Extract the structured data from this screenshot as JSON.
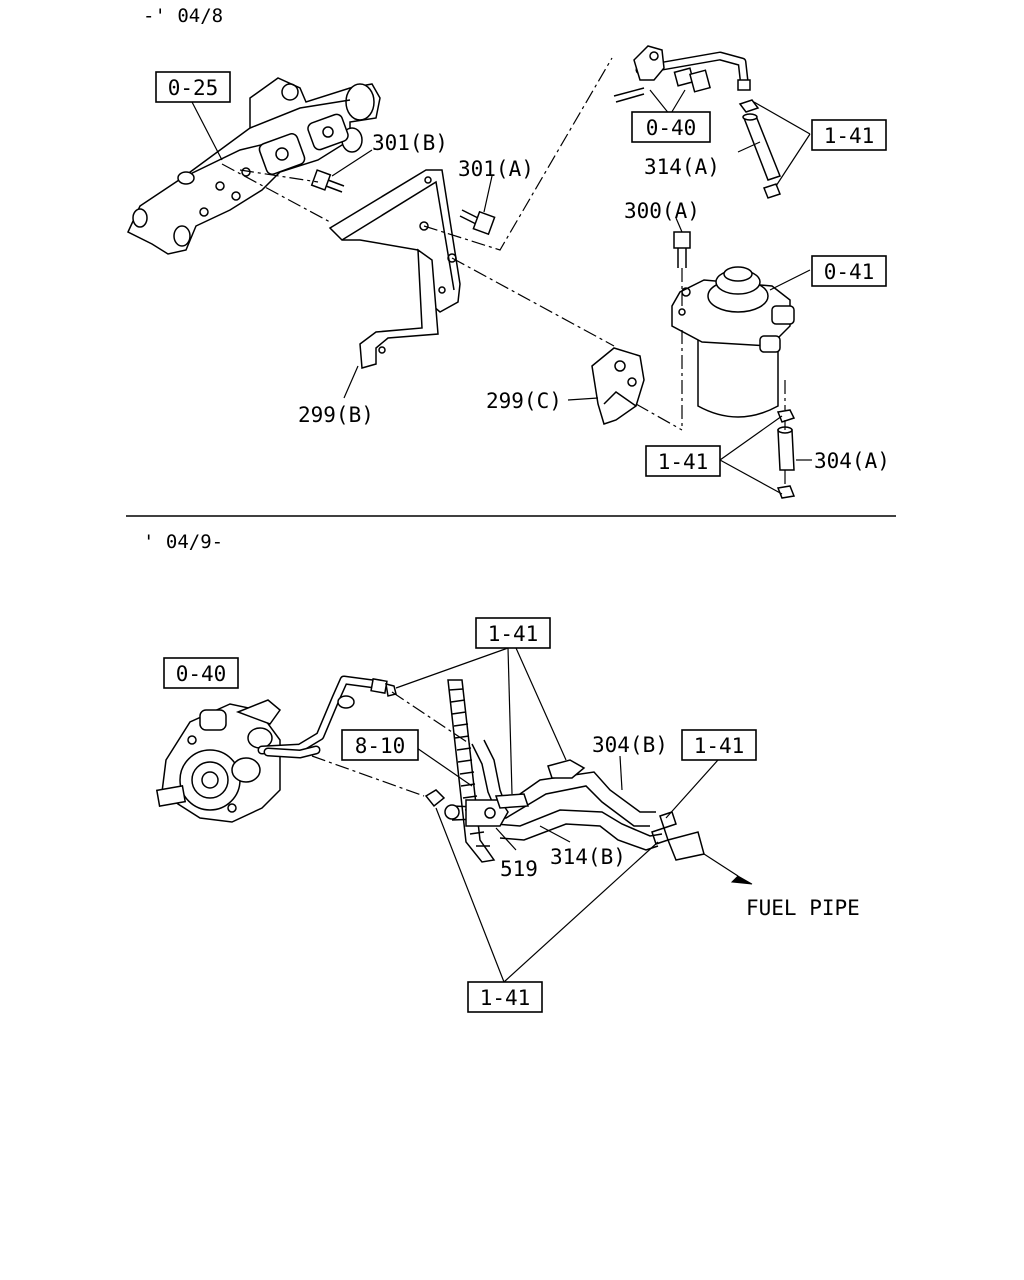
{
  "upper": {
    "header": "-' 04/8",
    "refs": {
      "r025": "0-25",
      "r040": "0-40",
      "r141a": "1-41",
      "r041": "0-41",
      "r141b": "1-41"
    },
    "parts": {
      "p301b": "301(B)",
      "p301a": "301(A)",
      "p314a": "314(A)",
      "p300a": "300(A)",
      "p299b": "299(B)",
      "p299c": "299(C)",
      "p304a": "304(A)"
    }
  },
  "lower": {
    "header": "' 04/9-",
    "refs": {
      "r040": "0-40",
      "r141a": "1-41",
      "r810": "8-10",
      "r141b": "1-41",
      "r141c": "1-41"
    },
    "parts": {
      "p304b": "304(B)",
      "p519": "519",
      "p314b": "314(B)"
    },
    "note": "FUEL PIPE"
  }
}
